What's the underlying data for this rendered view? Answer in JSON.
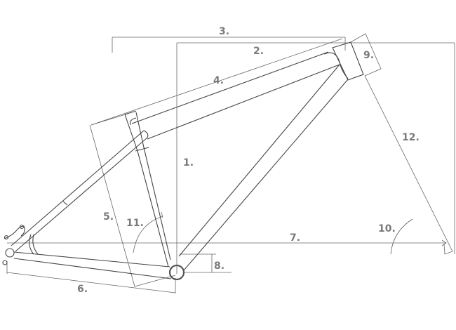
{
  "colors": {
    "frame_line": "#444444",
    "dimension_line": "#666666",
    "label": "#7a7a7a"
  },
  "labels": {
    "l1": "1.",
    "l2": "2.",
    "l3": "3.",
    "l4": "4.",
    "l5": "5.",
    "l6": "6.",
    "l7": "7.",
    "l8": "8.",
    "l9": "9.",
    "l10": "10.",
    "l11": "11.",
    "l12": "12."
  }
}
